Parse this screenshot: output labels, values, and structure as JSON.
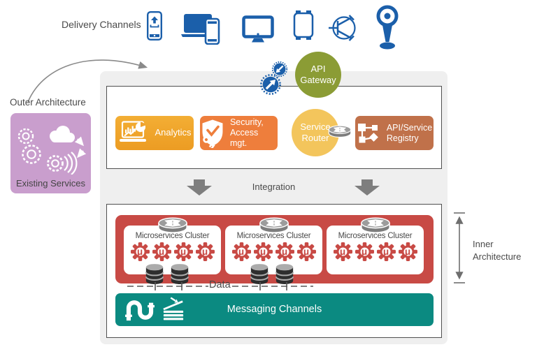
{
  "delivery_channels": {
    "label": "Delivery Channels",
    "icons": [
      "mobile-app",
      "laptop-and-smartphone",
      "desktop-monitor",
      "connected-device",
      "circuit-node",
      "smart-camera"
    ],
    "icon_color": "#1b5faa"
  },
  "outer_architecture": {
    "label": "Outer Architecture",
    "existing_services": {
      "label": "Existing Services",
      "icon": "gears-cloud-services",
      "color": "#c99ecd"
    },
    "api_gateway": {
      "line1": "API",
      "line2": "Gateway",
      "color": "#8b9c35",
      "icons": [
        "gear-arrow-northeast",
        "gear-arrow-southwest"
      ]
    },
    "analytics": {
      "label": "Analytics",
      "icon": "laptop-analytics",
      "color": "#f0a42c"
    },
    "security": {
      "line1": "Security,",
      "line2": "Access mgt.",
      "icon": "shield-check-key",
      "color": "#ee7e3c"
    },
    "service_router": {
      "line1": "Service",
      "line2": "Router",
      "icon": "router",
      "color": "#f3c55c"
    },
    "api_service_registry": {
      "line1": "API/Service",
      "line2": "Registry",
      "icon": "linked-nodes",
      "color": "#c0714a"
    }
  },
  "integration": {
    "label": "Integration"
  },
  "inner_architecture": {
    "label_line1": "Inner",
    "label_line2": "Architecture",
    "mu": "μ",
    "cluster_color": "#c84a45",
    "clusters": [
      {
        "label": "Microservices Cluster",
        "service_count": 4
      },
      {
        "label": "Microservices Cluster",
        "service_count": 4
      },
      {
        "label": "Microservices Cluster",
        "service_count": 4
      }
    ],
    "data_label": "Data",
    "database_stacks": 4,
    "messaging": {
      "label": "Messaging Channels",
      "color": "#0b8a81",
      "icons": [
        "pipeline",
        "message-queue"
      ]
    }
  }
}
